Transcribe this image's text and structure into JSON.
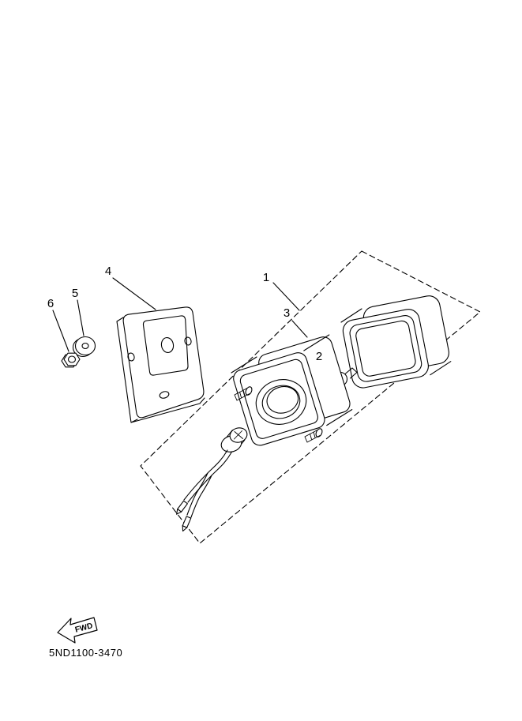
{
  "page": {
    "background_color": "#ffffff",
    "line_color": "#000000"
  },
  "diagram": {
    "part_number": "5ND1100-3470",
    "fwd_label": "FWD",
    "labels": {
      "n1": "1",
      "n2": "2",
      "n3": "3",
      "n4": "4",
      "n5": "5",
      "n6": "6"
    }
  }
}
